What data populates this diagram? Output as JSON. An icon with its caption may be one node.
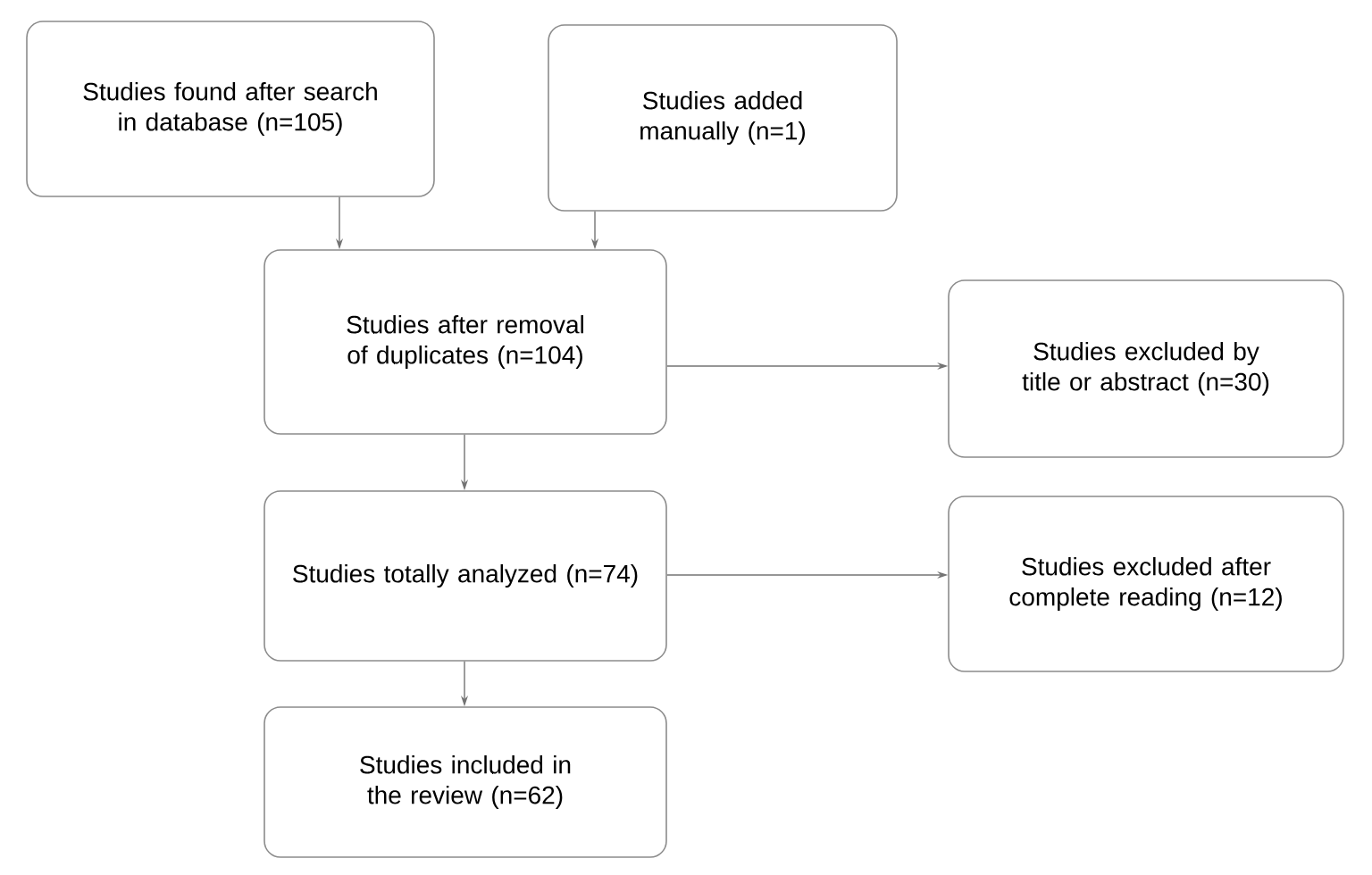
{
  "diagram": {
    "nodes": [
      {
        "text": [
          "Studies found after search in database (n=105)"
        ]
      },
      {
        "text": [
          "Studies added manually (n=1)"
        ]
      },
      {
        "text": [
          "Studies after removal of duplicates (n=104)"
        ]
      },
      {
        "text": [
          "Studies excluded by title or abstract (n=30)"
        ]
      },
      {
        "text": [
          "Studies totally analyzed (n=74)"
        ]
      },
      {
        "text": [
          "Studies excluded after complete reading (n=12)"
        ]
      },
      {
        "text": [
          "Studies included in the review (n=62)"
        ]
      }
    ],
    "edges": [
      {
        "from": 0,
        "to": 2,
        "arrow": "to"
      },
      {
        "from": 1,
        "to": 2,
        "arrow": "to"
      },
      {
        "from": 2,
        "to": 3,
        "arrow": "to"
      },
      {
        "from": 2,
        "to": 4,
        "arrow": "to"
      },
      {
        "from": 4,
        "to": 5,
        "arrow": "to"
      },
      {
        "from": 4,
        "to": 6,
        "arrow": "to"
      }
    ]
  }
}
